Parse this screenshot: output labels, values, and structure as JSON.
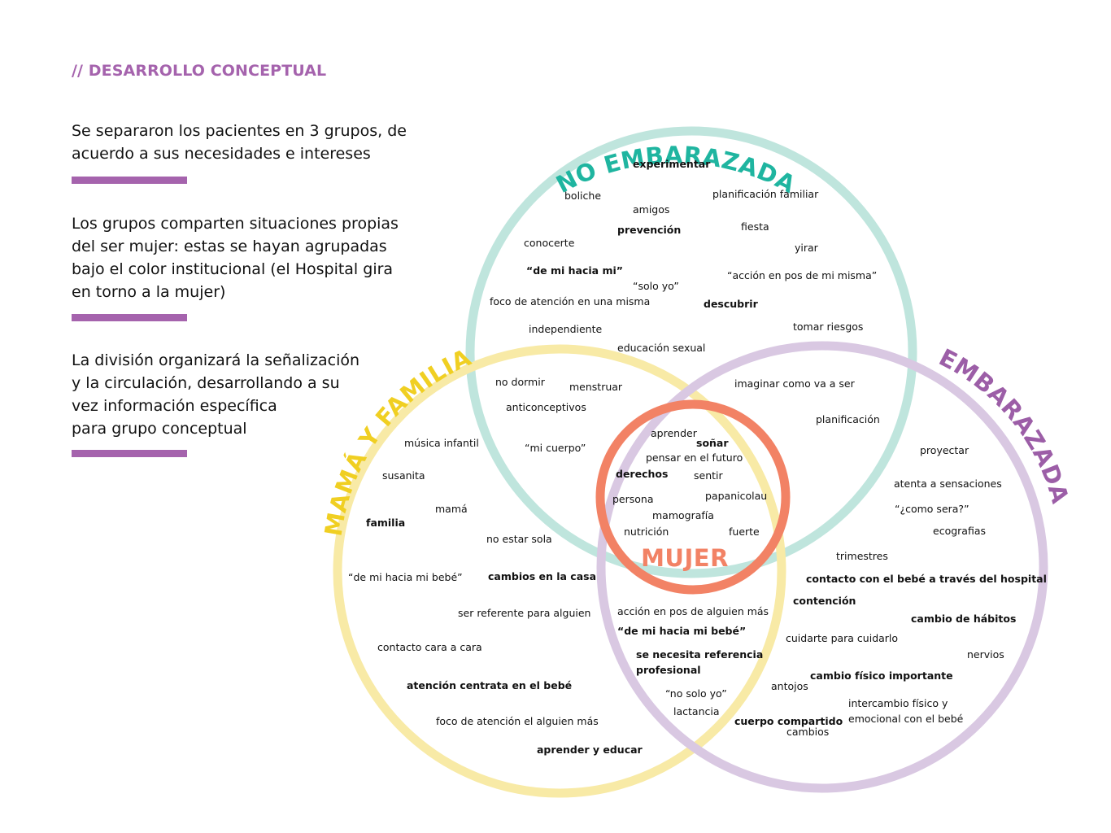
{
  "header": {
    "title": "// DESARROLLO CONCEPTUAL"
  },
  "intro": {
    "p1": [
      "Se separaron los pacientes en 3 grupos, de",
      "acuerdo a sus necesidades e intereses"
    ],
    "p2": [
      "Los grupos comparten situaciones propias",
      "del ser mujer: estas se hayan agrupadas",
      "bajo el color institucional (el Hospital gira",
      "en torno a la mujer)"
    ],
    "p3": [
      "La división organizará la señalización",
      "y la circulación, desarrollando a su",
      "vez información específica",
      "para grupo conceptual"
    ]
  },
  "colors": {
    "accent": "#a563ad",
    "no_embarazada": "#1fb5a0",
    "mama_y_familia": "#f0cf22",
    "embarazada": "#9c5ea7",
    "mujer": "#f28265",
    "ring_teal": "#bfe5dd",
    "ring_yellow": "#f8eaa6",
    "ring_purple": "#d9c8e2"
  },
  "groups": {
    "no_embarazada": "NO EMBARAZADA",
    "mama_y_familia": "MAMÁ Y FAMILIA",
    "embarazada": "EMBARAZADA",
    "mujer": "MUJER"
  },
  "words": {
    "no_embarazada": [
      {
        "t": "experimentar",
        "b": true
      },
      {
        "t": "boliche",
        "b": false
      },
      {
        "t": "amigos",
        "b": false
      },
      {
        "t": "planificación familiar",
        "b": false
      },
      {
        "t": "prevención",
        "b": true
      },
      {
        "t": "fiesta",
        "b": false
      },
      {
        "t": "conocerte",
        "b": false
      },
      {
        "t": "yirar",
        "b": false
      },
      {
        "t": "“de mi hacia mi”",
        "b": true
      },
      {
        "t": "“acción en pos de mi misma”",
        "b": false
      },
      {
        "t": "“solo yo”",
        "b": false
      },
      {
        "t": "foco de atención en una misma",
        "b": false
      },
      {
        "t": "descubrir",
        "b": true
      },
      {
        "t": "independiente",
        "b": false
      },
      {
        "t": "tomar riesgos",
        "b": false
      },
      {
        "t": "educación sexual",
        "b": false
      }
    ],
    "no_emb_mama": [
      {
        "t": "no dormir",
        "b": false
      },
      {
        "t": "menstruar",
        "b": false
      },
      {
        "t": "anticonceptivos",
        "b": false
      },
      {
        "t": "“mi cuerpo”",
        "b": false
      }
    ],
    "no_emb_embarazada": [
      {
        "t": "imaginar como va a ser",
        "b": false
      },
      {
        "t": "planificación",
        "b": false
      }
    ],
    "mujer": [
      {
        "t": "aprender",
        "b": false
      },
      {
        "t": "soñar",
        "b": true
      },
      {
        "t": "pensar en el futuro",
        "b": false
      },
      {
        "t": "derechos",
        "b": true
      },
      {
        "t": "sentir",
        "b": false
      },
      {
        "t": "persona",
        "b": false
      },
      {
        "t": "papanicolau",
        "b": false
      },
      {
        "t": "mamografía",
        "b": false
      },
      {
        "t": "nutrición",
        "b": false
      },
      {
        "t": "fuerte",
        "b": false
      }
    ],
    "mama_y_familia": [
      {
        "t": "música infantil",
        "b": false
      },
      {
        "t": "susanita",
        "b": false
      },
      {
        "t": "mamá",
        "b": false
      },
      {
        "t": "familia",
        "b": true
      },
      {
        "t": "no estar sola",
        "b": false
      },
      {
        "t": "“de mi hacia mi bebé”",
        "b": false
      },
      {
        "t": "cambios en la casa",
        "b": true
      },
      {
        "t": "ser referente para alguien",
        "b": false
      },
      {
        "t": "contacto cara a cara",
        "b": false
      },
      {
        "t": "atención centrata en el bebé",
        "b": true
      },
      {
        "t": "foco de atención el alguien más",
        "b": false
      },
      {
        "t": "aprender y educar",
        "b": true
      }
    ],
    "mama_embarazada": [
      {
        "t": "acción en pos de alguien más",
        "b": false
      },
      {
        "t": "“de mi hacia mi bebé”",
        "b": true
      },
      {
        "t": "se necesita referencia",
        "b": true
      },
      {
        "t": "profesional",
        "b": true
      },
      {
        "t": "“no solo yo”",
        "b": false
      },
      {
        "t": "lactancia",
        "b": false
      }
    ],
    "embarazada": [
      {
        "t": "proyectar",
        "b": false
      },
      {
        "t": "atenta a sensaciones",
        "b": false
      },
      {
        "t": "“¿como sera?”",
        "b": false
      },
      {
        "t": "ecografias",
        "b": false
      },
      {
        "t": "trimestres",
        "b": false
      },
      {
        "t": "contacto con el bebé a través del hospital",
        "b": true
      },
      {
        "t": "contención",
        "b": true
      },
      {
        "t": "cambio de hábitos",
        "b": true
      },
      {
        "t": "cuidarte para cuidarlo",
        "b": false
      },
      {
        "t": "nervios",
        "b": false
      },
      {
        "t": "cambio físico importante",
        "b": true
      },
      {
        "t": "antojos",
        "b": false
      },
      {
        "t": "intercambio físico y",
        "b": false
      },
      {
        "t": "emocional con el bebé",
        "b": false
      },
      {
        "t": "cuerpo compartido",
        "b": true
      },
      {
        "t": "cambios",
        "b": false
      }
    ]
  }
}
